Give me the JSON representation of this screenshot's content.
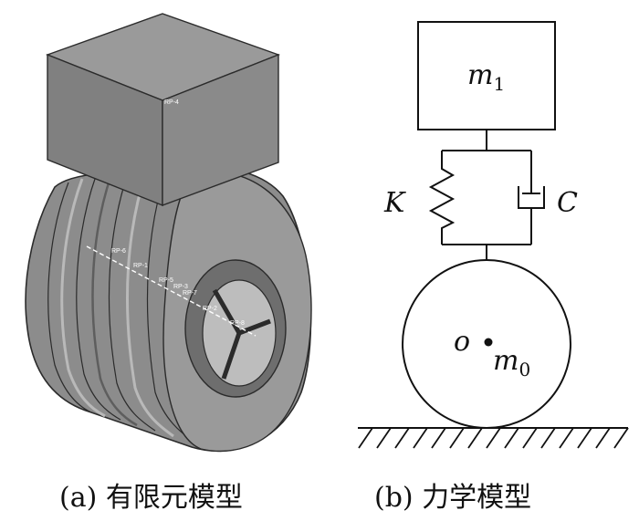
{
  "fem_model": {
    "reference_points": [
      "RP-4",
      "RP-6",
      "RP-1",
      "RP-5",
      "RP-3",
      "RP-7",
      "RP-2",
      "RP-8"
    ],
    "colors": {
      "mesh_fill": "#8c8c8c",
      "mesh_dark": "#5e5e5e",
      "mesh_light": "#b9b9b9",
      "edge": "#2b2b2b"
    }
  },
  "mechanics_model": {
    "upper_mass": {
      "symbol": "m",
      "subscript": "1"
    },
    "lower_mass": {
      "symbol": "m",
      "subscript": "0"
    },
    "spring_label": "K",
    "damper_label": "C",
    "center_label": "o",
    "colors": {
      "line": "#111111"
    }
  },
  "captions": {
    "a": "(a) 有限元模型",
    "b": "(b) 力学模型"
  }
}
